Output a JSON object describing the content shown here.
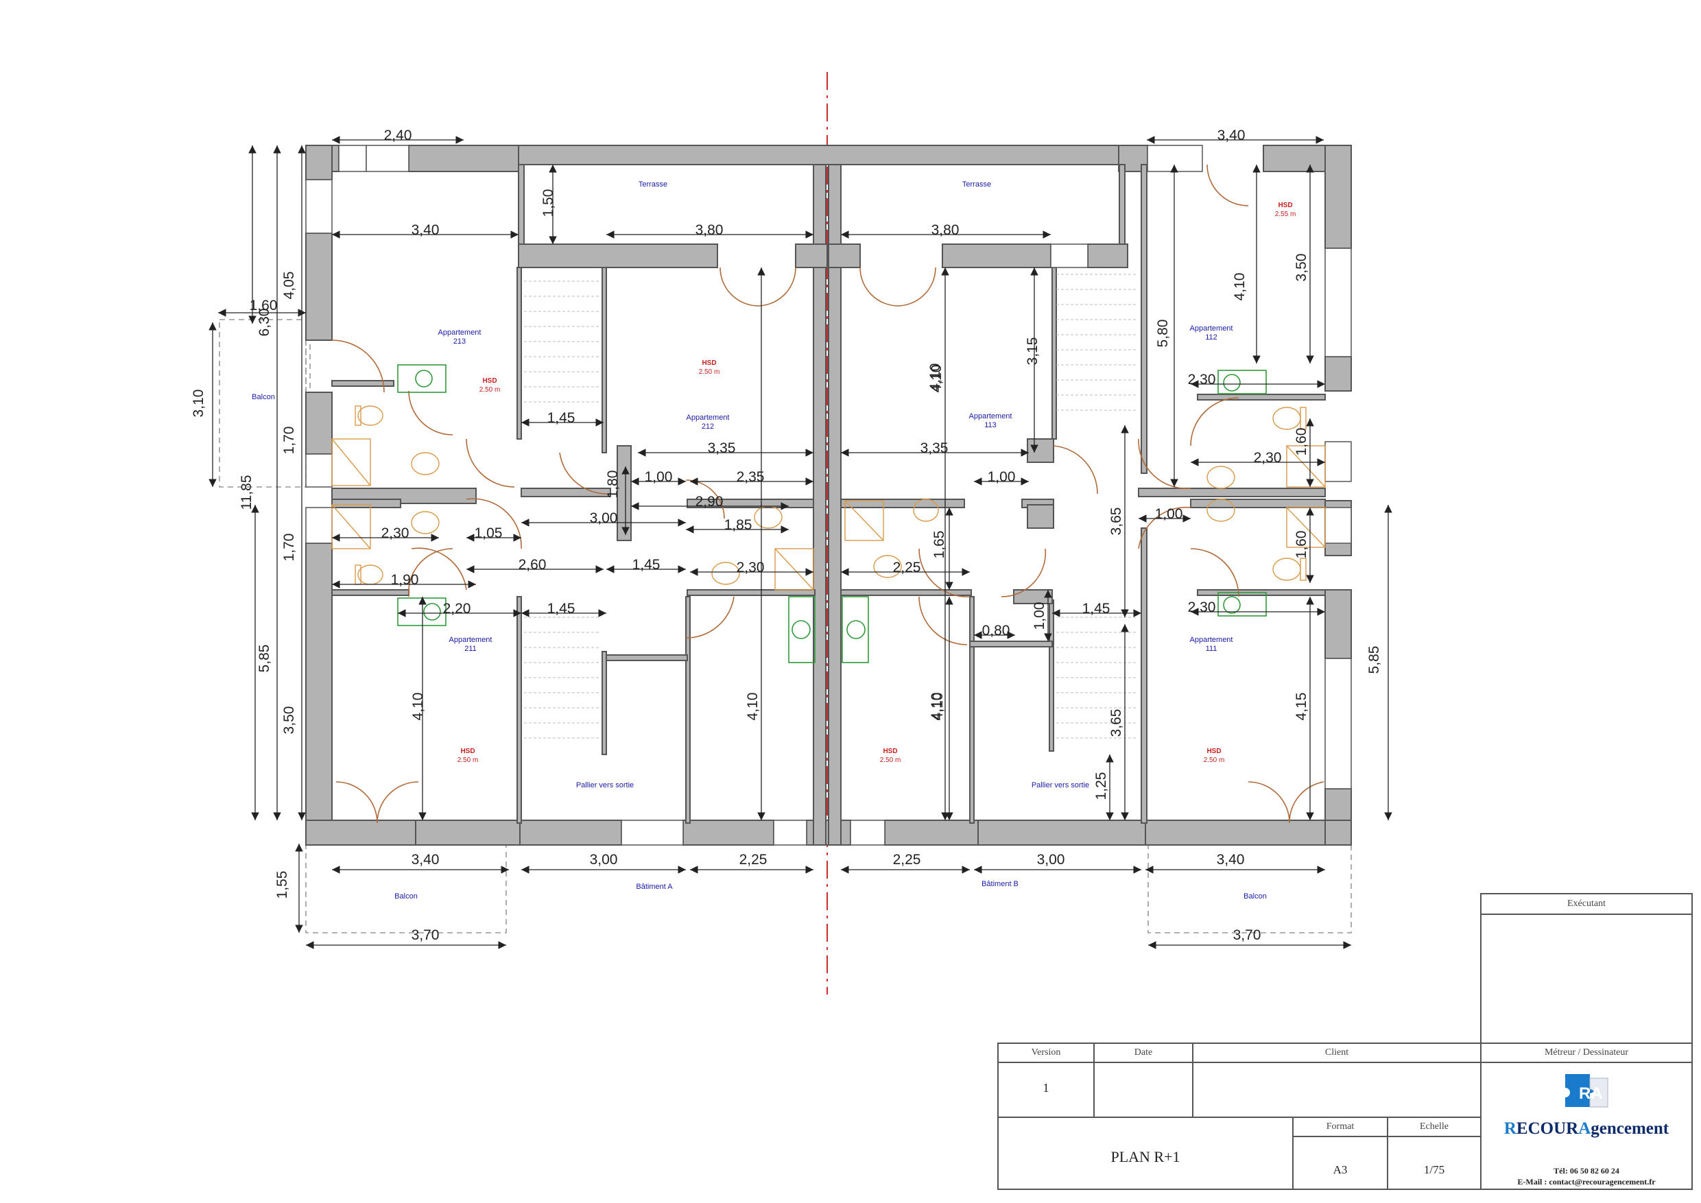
{
  "plan": {
    "top_dims": {
      "left": "2,40",
      "right": "3,40"
    },
    "upper_dims": {
      "l_room": "3,40",
      "terrace_left": "3,80",
      "terrace_right": "3,80",
      "terrace_h": "1,50",
      "a212_h": "4,10",
      "a113_h": "4,10",
      "stair_right": "3,15",
      "a112_w": "4,10",
      "a112_h": "3,50",
      "a112_side": "5,80"
    },
    "left_dims": {
      "d405": "4,05",
      "d630": "6,30",
      "d160": "1,60",
      "d310": "3,10",
      "d170a": "1,70",
      "d1185": "11,85",
      "d170b": "1,70",
      "d585": "5,85",
      "d350": "3,50",
      "d155": "1,55"
    },
    "right_dims": {
      "d585": "5,85"
    },
    "middle_dims": {
      "m145a": "1,45",
      "m335a": "3,35",
      "m180": "1,80",
      "m100a": "1,00",
      "m235": "2,35",
      "m290": "2,90",
      "m300": "3,00",
      "m185": "1,85",
      "m230a": "2,30",
      "m105": "1,05",
      "m260": "2,60",
      "m145b": "1,45",
      "m230b": "2,30",
      "m190": "1,90",
      "m220": "2,20",
      "m145c": "1,45",
      "m410a": "4,10",
      "m410b": "4,10",
      "m335b": "3,35",
      "m100b": "1,00",
      "m165": "1,65",
      "m225": "2,25",
      "m365a": "3,65",
      "m080": "0,80",
      "m100c": "1,00",
      "m145d": "1,45",
      "m410c": "4,10",
      "m365b": "3,65",
      "m125": "1,25",
      "r230a": "2,30",
      "r160a": "1,60",
      "r230b": "2,30",
      "r100": "1,00",
      "r160b": "1,60",
      "r230c": "2,30",
      "r415": "4,15"
    },
    "bottom_dims": {
      "b340a": "3,40",
      "b300a": "3,00",
      "b225a": "2,25",
      "b225b": "2,25",
      "b300b": "3,00",
      "b340b": "3,40",
      "b370a": "3,70",
      "b370b": "3,70"
    },
    "rooms": {
      "a213": {
        "name": "Appartement",
        "num": "213"
      },
      "a212": {
        "name": "Appartement",
        "num": "212"
      },
      "a113": {
        "name": "Appartement",
        "num": "113"
      },
      "a112": {
        "name": "Appartement",
        "num": "112"
      },
      "a211": {
        "name": "Appartement",
        "num": "211"
      },
      "a111": {
        "name": "Appartement",
        "num": "111"
      }
    },
    "hsd": {
      "h213": {
        "label": "HSD",
        "value": "2.50 m"
      },
      "h212": {
        "label": "HSD",
        "value": "2.50 m"
      },
      "h112": {
        "label": "HSD",
        "value": "2.55 m"
      },
      "h211": {
        "label": "HSD",
        "value": "2.50 m"
      },
      "hmid": {
        "label": "HSD",
        "value": "2.50 m"
      },
      "h111": {
        "label": "HSD",
        "value": "2.50 m"
      }
    },
    "labels": {
      "terrasse_left": "Terrasse",
      "terrasse_right": "Terrasse",
      "balcon_left": "Balcon",
      "balcon_bl": "Balcon",
      "balcon_br": "Balcon",
      "pallier_left": "Pallier vers sortie",
      "pallier_right": "Pallier vers sortie",
      "batiment_a": "Bâtiment A",
      "batiment_b": "Bâtiment B"
    }
  },
  "title_block": {
    "executant_header": "Exécutant",
    "version_header": "Version",
    "date_header": "Date",
    "client_header": "Client",
    "metreur_header": "Métreur / Dessinateur",
    "version_value": "1",
    "date_value": "",
    "client_value": "",
    "plan_title": "PLAN R+1",
    "format_header": "Format",
    "echelle_header": "Echelle",
    "format_value": "A3",
    "echelle_value": "1/75",
    "company_r1": "R",
    "company_ecour": "ECOUR",
    "company_a": "A",
    "company_gencement": "gencement",
    "phone": "Tél: 06 50 82 60 24",
    "email": "E-Mail : contact@recouragencement.fr",
    "logo_letters": "RA"
  },
  "colors": {
    "wall": "#b3b3b3",
    "wall_stroke": "#555555",
    "dim": "#222222",
    "door": "#b06a3a",
    "sanitary": "#d99a4a",
    "sink_green": "#2f9a3a",
    "room_label": "#1a1aa8",
    "hsd_label": "#c81e1e",
    "axis": "#d22b2b",
    "company_blue": "#1a7acb",
    "company_dark": "#0d2a6a"
  }
}
